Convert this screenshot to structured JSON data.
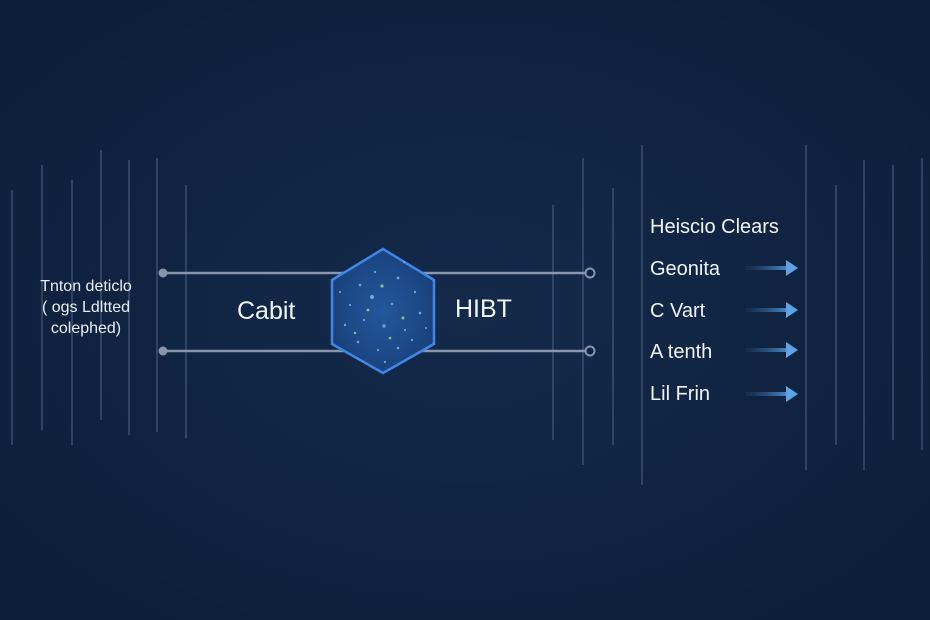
{
  "left_caption": {
    "line1": "Tnton deticlo",
    "line2": "( ogs Ldltted",
    "line3": "colephed)"
  },
  "nodes": {
    "left_label": "Cabit",
    "right_label": "HIBT"
  },
  "output_list": {
    "title": "Heiscio Clears",
    "items": [
      {
        "label": "Geonita"
      },
      {
        "label": "C Vart"
      },
      {
        "label": "A tenth"
      },
      {
        "label": "Lil Frin"
      }
    ]
  },
  "colors": {
    "background": "#0f2340",
    "line": "#8796aa",
    "hexagon_fill": "#1d4b8c",
    "hexagon_stroke": "#3f86e6",
    "arrow": "#5ea2e8",
    "text": "#e8eef7"
  }
}
